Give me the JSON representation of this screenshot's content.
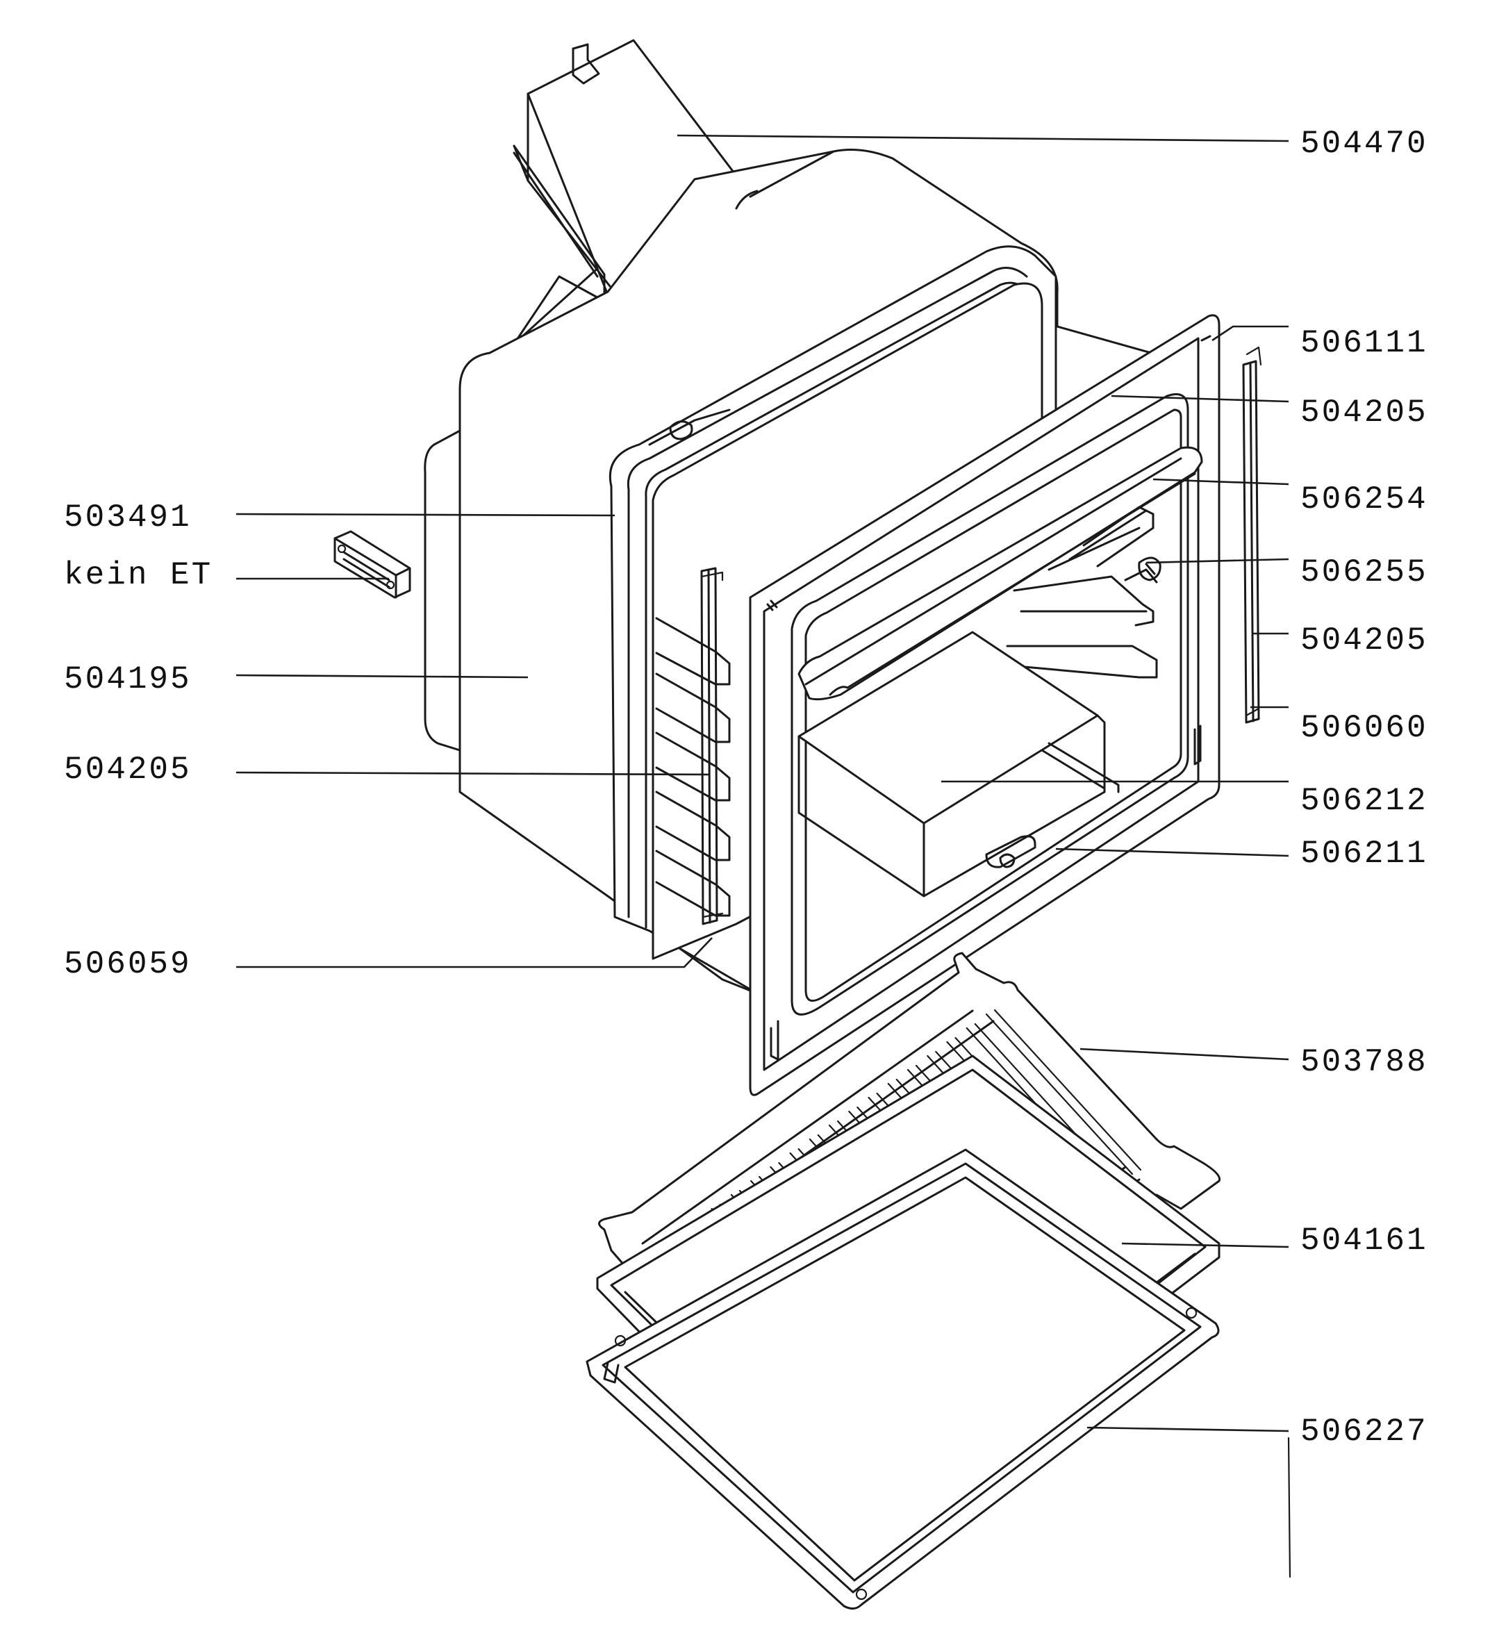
{
  "labels_left": [
    {
      "id": "503491",
      "text": "503491"
    },
    {
      "id": "kein-et",
      "text": "kein ET"
    },
    {
      "id": "504195",
      "text": "504195"
    },
    {
      "id": "504205-left",
      "text": "504205"
    },
    {
      "id": "506059",
      "text": "506059"
    }
  ],
  "labels_right": [
    {
      "id": "504470",
      "text": "504470"
    },
    {
      "id": "506111",
      "text": "506111"
    },
    {
      "id": "504205-top",
      "text": "504205"
    },
    {
      "id": "506254",
      "text": "506254"
    },
    {
      "id": "506255",
      "text": "506255"
    },
    {
      "id": "504205-right",
      "text": "504205"
    },
    {
      "id": "506060",
      "text": "506060"
    },
    {
      "id": "506212",
      "text": "506212"
    },
    {
      "id": "506211",
      "text": "506211"
    },
    {
      "id": "503788",
      "text": "503788"
    },
    {
      "id": "504161",
      "text": "504161"
    },
    {
      "id": "506227",
      "text": "506227"
    }
  ]
}
